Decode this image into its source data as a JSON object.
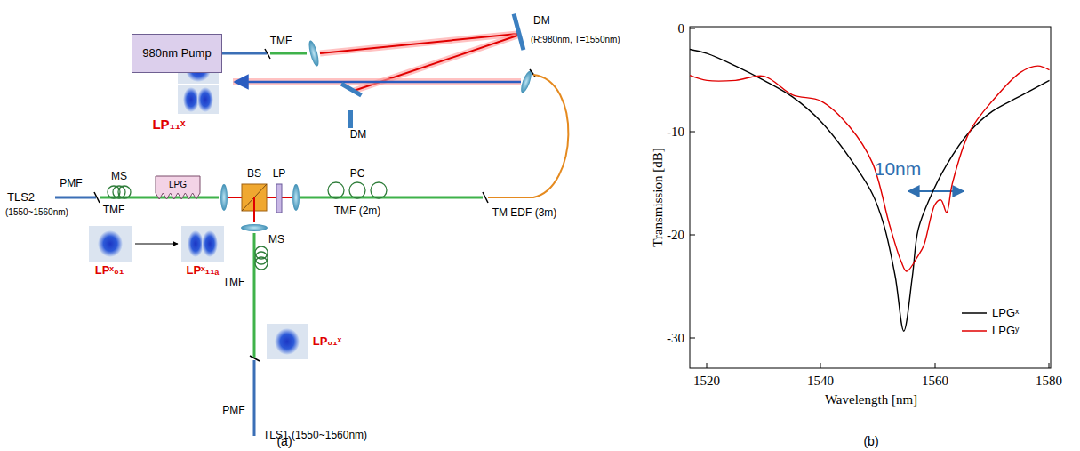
{
  "diagram": {
    "nodes": [
      {
        "text": [
          "980nm Pump"
        ]
      },
      {
        "text": [
          "LPG"
        ]
      }
    ],
    "labels": [
      "TMF",
      "DM",
      "(R:980nm, T=1550nm)",
      "LP₁₁ˣ",
      "DM",
      "PMF",
      "MS",
      "TLS2",
      "(1550~1560nm)",
      "TMF",
      "LPˣ₀₁",
      "LPˣ₁₁ₐ",
      "BS",
      "LP",
      "PC",
      "TMF (2m)",
      "TM EDF (3m)",
      "TMF",
      "MS",
      "LP₀₁ˣ",
      "PMF",
      "TLS1 (1550~1560nm)",
      "(a)",
      "0",
      "-10",
      "-20",
      "-30",
      "1520",
      "1540",
      "1560",
      "1580",
      "Transmission [dB]",
      "Wavelength [nm]",
      "10nm",
      "(b)"
    ],
    "legend": [
      {
        "text": "LPGˣ"
      },
      {
        "text": "LPGʸ"
      }
    ]
  }
}
